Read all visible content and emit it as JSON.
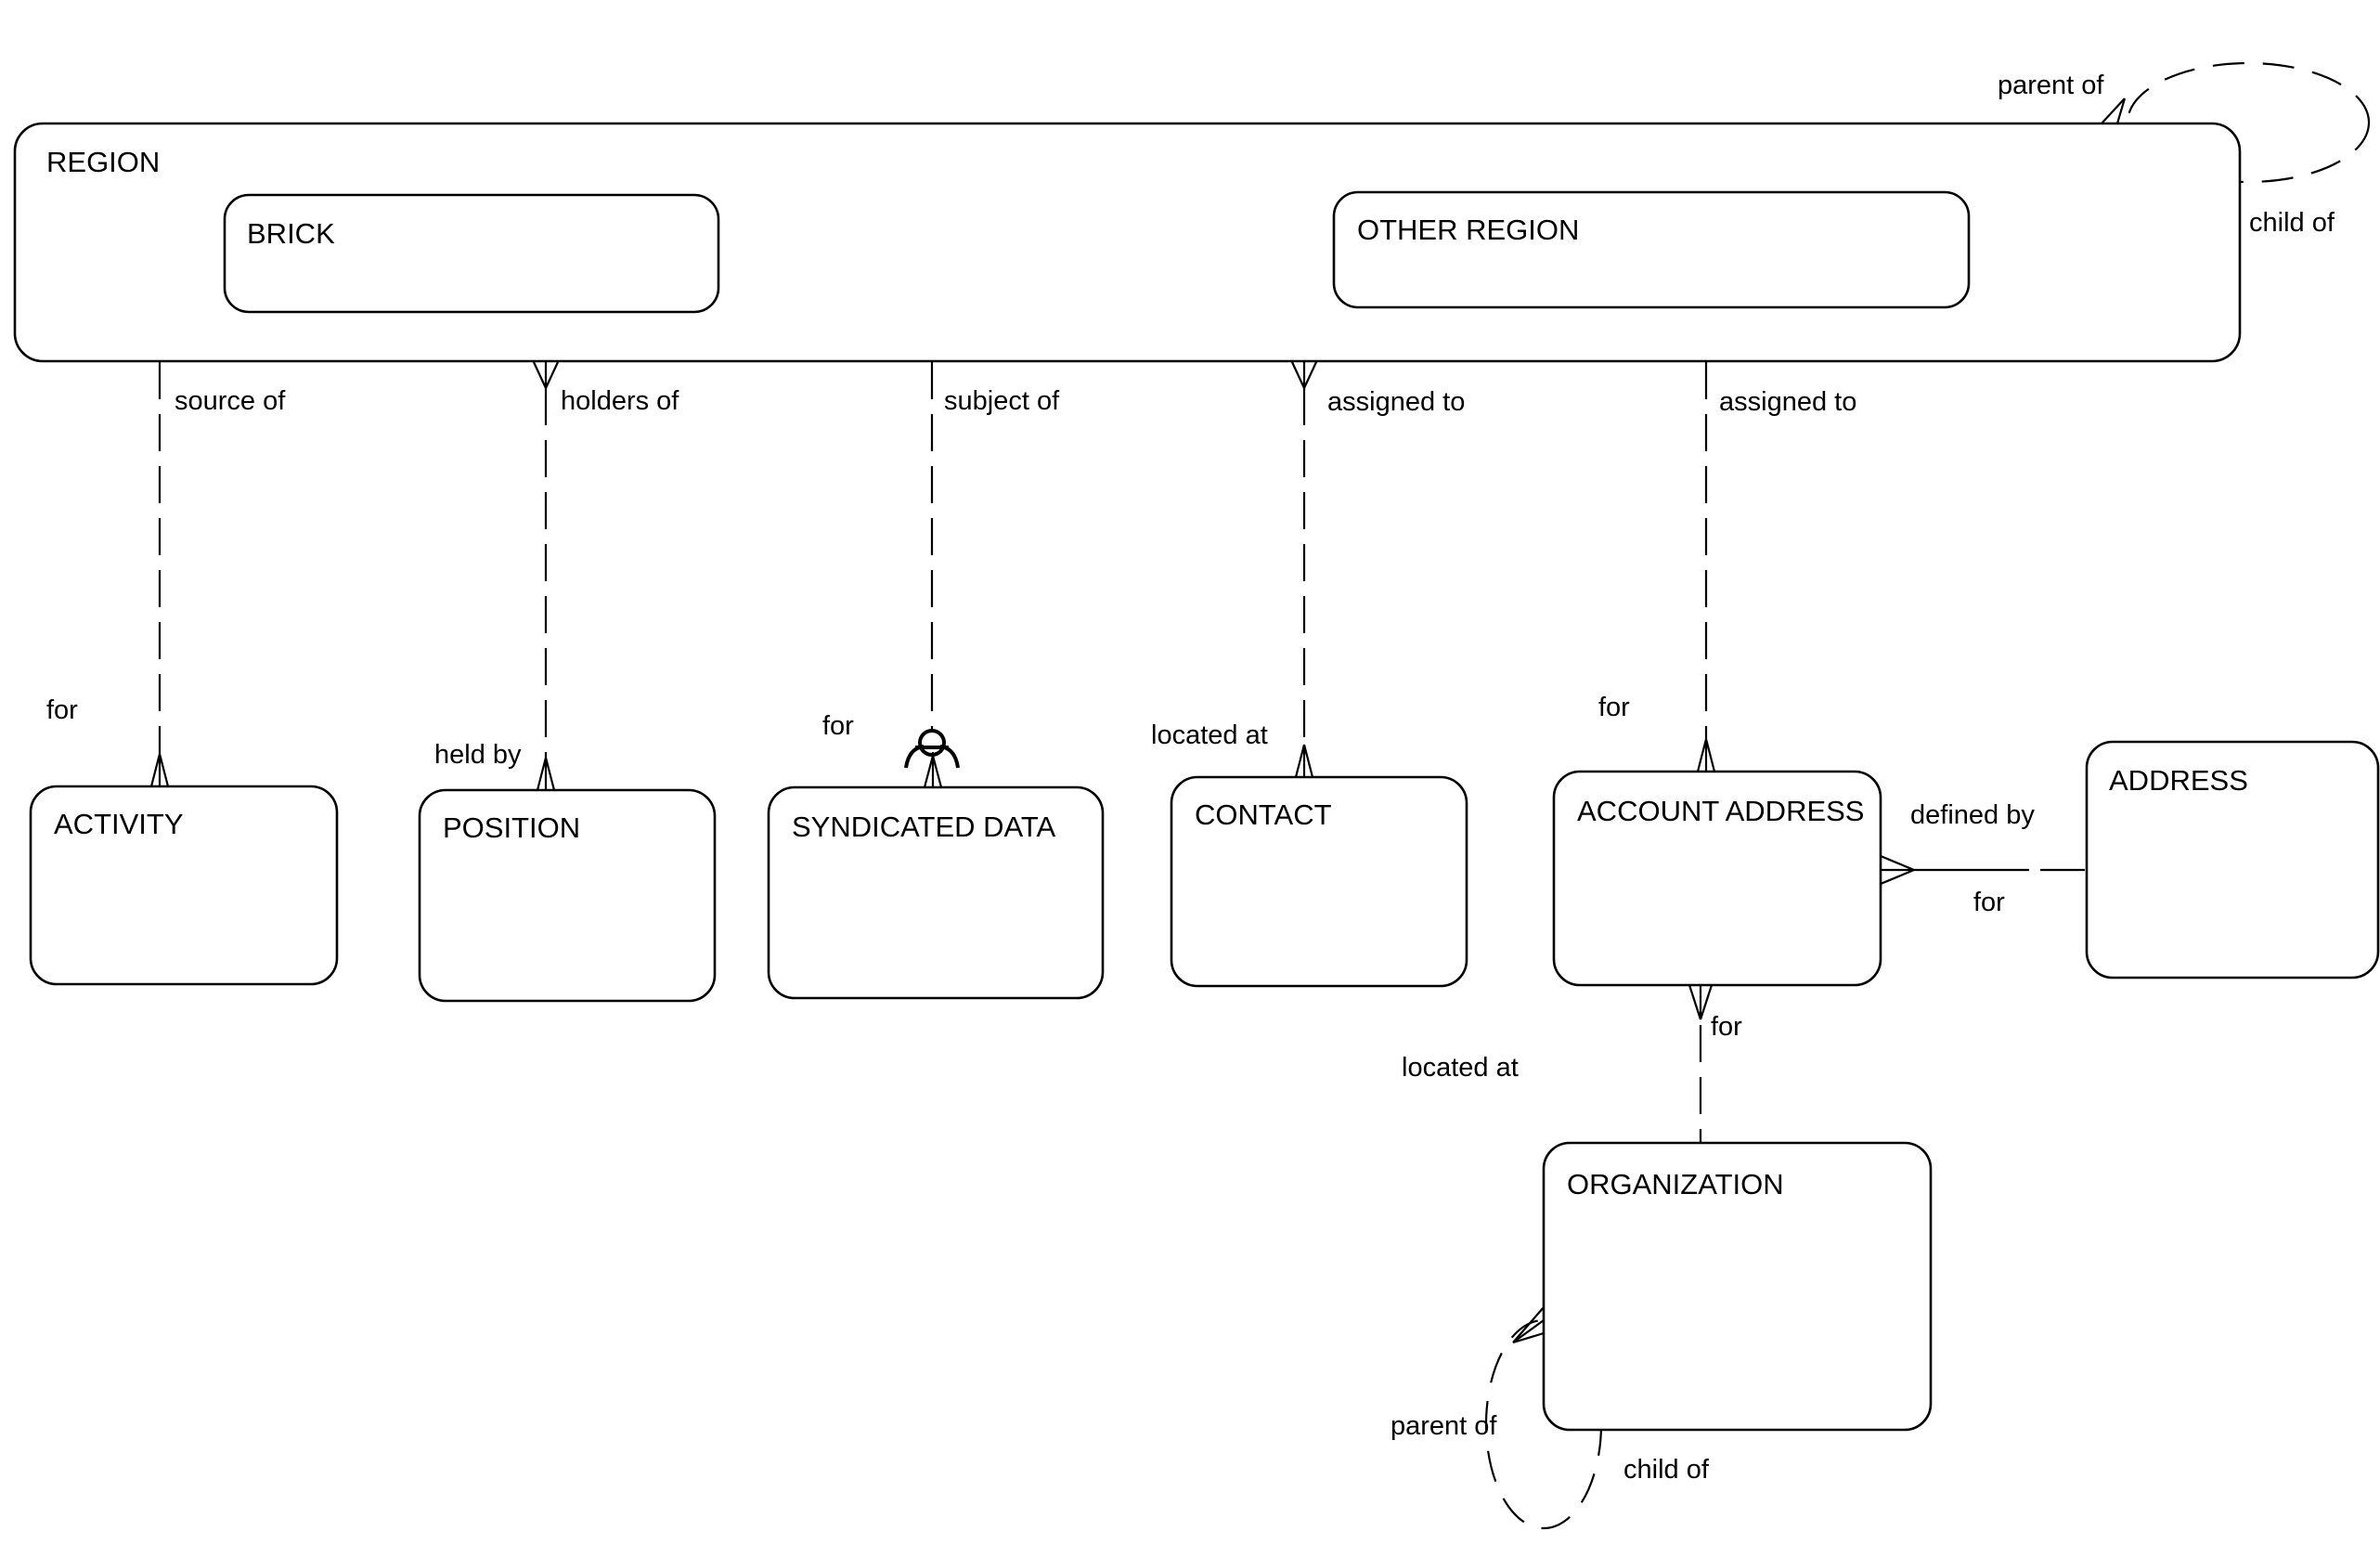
{
  "canvas": {
    "background": "#ffffff",
    "ink": "#000000"
  },
  "entities": {
    "region": {
      "label": "REGION"
    },
    "brick": {
      "label": "BRICK"
    },
    "other_region": {
      "label": "OTHER REGION"
    },
    "activity": {
      "label": "ACTIVITY"
    },
    "position": {
      "label": "POSITION"
    },
    "syndicated_data": {
      "label": "SYNDICATED DATA"
    },
    "contact": {
      "label": "CONTACT"
    },
    "account_address": {
      "label": "ACCOUNT ADDRESS"
    },
    "address": {
      "label": "ADDRESS"
    },
    "organization": {
      "label": "ORGANIZATION"
    }
  },
  "relationships": {
    "region_activity": {
      "region_end": "source of",
      "activity_end": "for"
    },
    "region_position": {
      "region_end": "holders of",
      "position_end": "held by"
    },
    "region_syndicated_data": {
      "region_end": "subject of",
      "syndicated_data_end": "for"
    },
    "region_contact": {
      "region_end": "assigned to",
      "contact_end": "located at"
    },
    "region_account_address": {
      "region_end": "assigned to",
      "account_address_end": "for"
    },
    "account_address_address": {
      "account_address_end": "defined by",
      "address_end": "for"
    },
    "organization_account_address": {
      "organization_end": "located at",
      "account_address_end": "for"
    },
    "region_self": {
      "parent_end": "parent of",
      "child_end": "child of"
    },
    "organization_self": {
      "parent_end": "parent of",
      "child_end": "child of"
    }
  }
}
